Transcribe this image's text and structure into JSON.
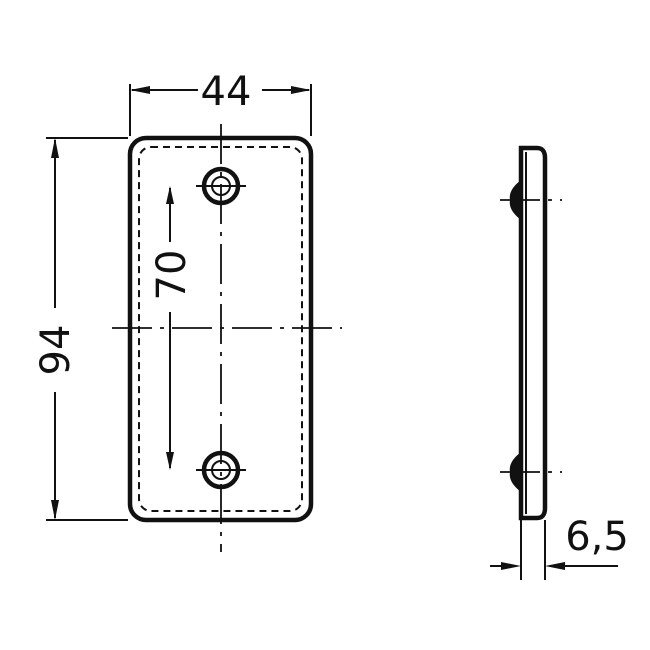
{
  "dimensions": {
    "width": "44",
    "height": "94",
    "hole_spacing": "70",
    "thickness": "6,5"
  }
}
